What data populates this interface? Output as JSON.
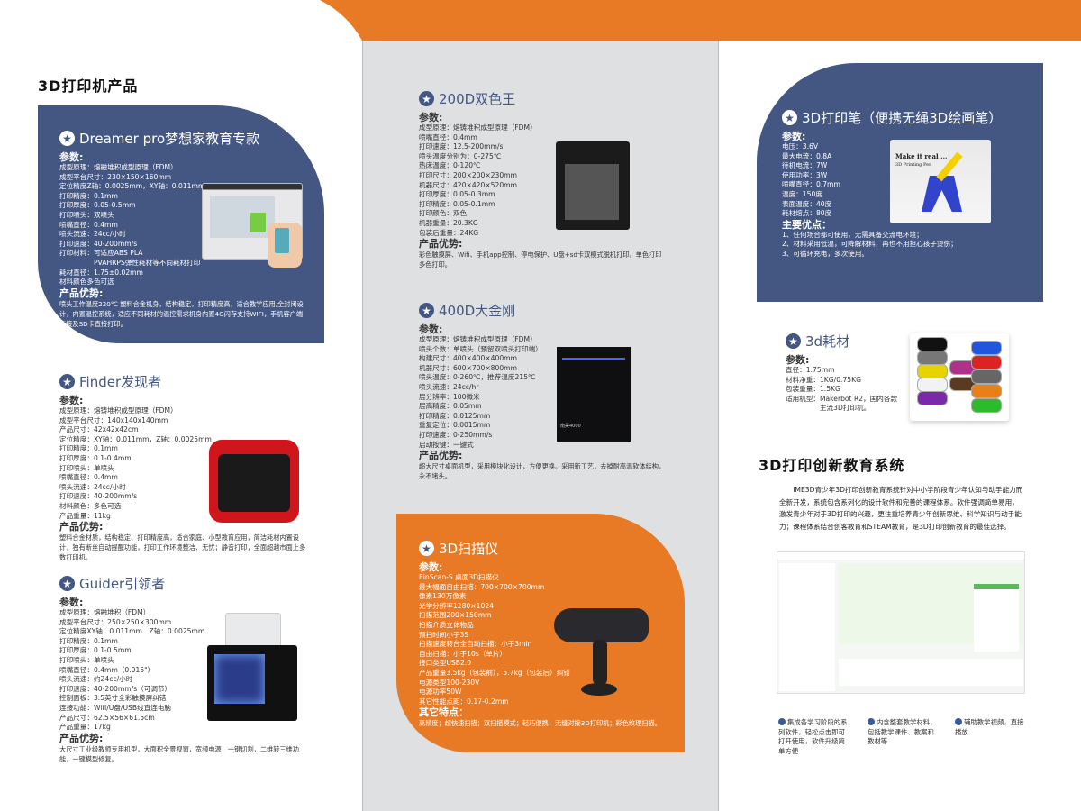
{
  "colors": {
    "orange": "#e87a26",
    "blue": "#445782",
    "gray": "#dfe0e2"
  },
  "section_title": "3D打印机产品",
  "params_label": "参数:",
  "advantages_label": "产品优势:",
  "dreamer": {
    "title": "Dreamer pro梦想家教育专款",
    "params": [
      "成型原理：熔融堆积成型原理（FDM）",
      "成型平台尺寸：230×150×160mm",
      "定位精度Z轴：0.0025mm，XY轴：0.011mm",
      "打印精度：0.1mm",
      "打印厚度：0.05-0.5mm",
      "打印喷头：双喷头",
      "喷嘴直径：0.4mm",
      "喷头流速：24cc/小时",
      "打印速度：40-200mm/s",
      "打印材料：可适应ABS PLA",
      "　　　　　PVAHRPS弹性耗材等不同耗材打印",
      "耗材直径：1.75±0.02mm",
      "材料颜色多色可选"
    ],
    "advantages": "喷头工作温度220℃ 塑料合金机身，结构稳定，打印精度高，适合教学应用,全封闭设计，内置温控系统，适应不同耗材的温控需求机身内置4G闪存支持WIFI，手机客户端连接及SD卡直接打印。"
  },
  "finder": {
    "title": "Finder发现者",
    "params": [
      "成型原理：熔铸堆积成型原理（FDM）",
      "成型平台尺寸：140x140x140mm",
      "产品尺寸：42x42x42cm",
      "定位精度：XY轴：0.011mm，Z轴：0.0025mm",
      "打印精度：0.1mm",
      "打印厚度：0.1-0.4mm",
      "打印喷头：单喷头",
      "喷嘴直径：0.4mm",
      "喷头流速：24cc/小时",
      "打印速度：40-200mm/s",
      "材料颜色：多色可选",
      "产品重量：11kg"
    ],
    "advantages": "塑料合金材质，结构稳定、打印精度高，适合家庭、小型教育应用，简洁耗材内置设计，独有断丝自动提醒功能，打印工作环境整洁、无忧；静音打印，全面超越市面上多数打印机。"
  },
  "guider": {
    "title": "Guider引领者",
    "params": [
      "成型原理：熔融堆积（FDM）",
      "成型平台尺寸：250×250×300mm",
      "定位精度XY轴：0.011mm　Z轴：0.0025mm",
      "打印精度：0.1mm",
      "打印厚度：0.1-0.5mm",
      "打印喷头：单喷头",
      "喷嘴直径：0.4mm（0.015\"）",
      "喷头流速：约24cc/小时",
      "打印速度：40-200mm/s（可调节）",
      "控制面板：3.5英寸全彩触摸屏纠错",
      "连接功能：Wifi/U盘/USB线直连电脑",
      "产品尺寸：62.5×56×61.5cm",
      "产品重量：17kg"
    ],
    "advantages": "大尺寸工业级教师专用机型，大面积全景视窗，宽频电源，一键切割，二维转三维功能，一键模型修复。"
  },
  "d200": {
    "title": "200D双色王",
    "params": [
      "成型原理：熔铸堆积成型原理（FDM）",
      "喷嘴直径：0.4mm",
      "打印速度：12.5-200mm/s",
      "喷头温度分别为：0-275℃",
      "热床温度：0-120℃",
      "打印尺寸：200×200×230mm",
      "机器尺寸：420×420×520mm",
      "打印厚度：0.05-0.3mm",
      "打印精度：0.05-0.1mm",
      "打印颜色：双色",
      "机器重量：20.3KG",
      "包装后重量：24KG"
    ],
    "advantages": "彩色触摸屏、Wifi、手机app控制、停电保护、U盘+sd卡双模式脱机打印。单色打印多色打印。"
  },
  "d400": {
    "title": "400D大金刚",
    "params": [
      "成型原理：熔铸堆积成型原理（FDM）",
      "喷头个数：单喷头（预留双喷头打印端）",
      "构建尺寸：400×400×400mm",
      "机器尺寸：600×700×800mm",
      "喷头温度：0-260℃，推荐温度215℃",
      "喷头流速：24cc/hr",
      "层分辨率：100微米",
      "层高精度：0.05mm",
      "打印精度：0.0125mm",
      "重复定位：0.0015mm",
      "打印速度：0-250mm/s",
      "启动按键：一键式"
    ],
    "advantages": "超大尺寸桌面机型，采用模块化设计，方便更换。采用新工艺，去掉耐高温软体结构，永不堵头。",
    "machine_label": "南昊4000"
  },
  "scanner": {
    "title": "3D扫描仪",
    "params": [
      "EinScan-S 桌面3D扫描仪",
      "最大幅面自由扫描：700×700×700mm",
      "像素130万像素",
      "光学分辨率1280×1024",
      "扫描范围200×150mm",
      "扫描介质立体物品",
      "预扫时间小于3S",
      "扫描速度转台全自动扫描：小于3min",
      "自由扫描：小于10s（单片）",
      "接口类型USB2.0",
      "产品重量3.5kg（包装前），5.7kg（包装后）纠错",
      "电源类型100-230V",
      "电源功率50W",
      "其它性能点距：0.17-0.2mm"
    ],
    "other_label": "其它特点：",
    "other": "高精度；超快速扫描；双扫描模式；轻巧便携；无缝对接3D打印机；彩色纹理扫描。"
  },
  "pen": {
    "title": "3D打印笔（便携无绳3D绘画笔）",
    "params": [
      "电压：3.6V",
      "最大电流：0.8A",
      "待机电流：7W",
      "使用功率：3W",
      "喷嘴直径：0.7mm",
      "温度：150度",
      "表面温度：40度",
      "耗材熔点：80度"
    ],
    "main_label": "主要优点：",
    "points": [
      "1、任何场合都可使用，无需具备交流电环境；",
      "2、材料采用低温，可降解材料，再也不用担心孩子烫伤；",
      "3、可循环充电，多次使用。"
    ],
    "image_text": [
      "Make it real ...",
      "3D Printing Pen"
    ]
  },
  "filament": {
    "title": "3d耗材",
    "params": [
      "直径：1.75mm",
      "材料净重：1KG/0.75KG",
      "包装重量：1.5KG",
      "适用机型：Makerbot R2，国内各款",
      "　　　　　主流3D打印机。"
    ]
  },
  "system": {
    "title": "3D打印创新教育系统",
    "paragraph": "IME3D青少年3D打印创新教育系统针对中小学阶段青少年认知与动手能力而全新开发，系统包含系列化的设计软件和完善的课程体系。软件强调简单易用，激发青少年对于3D打印的兴趣，更注重培养青少年创新思维、科学知识与动手能力；课程体系结合创客教育和STEAM教育，是3D打印创新教育的最佳选择。",
    "features": [
      "集成各学习阶段的系列软件，轻松点击即可打开使用，软件升级简单方便",
      "内含整套教学材料，包括教学课件、教案和教材等",
      "辅助教学视频，直接播放"
    ]
  }
}
